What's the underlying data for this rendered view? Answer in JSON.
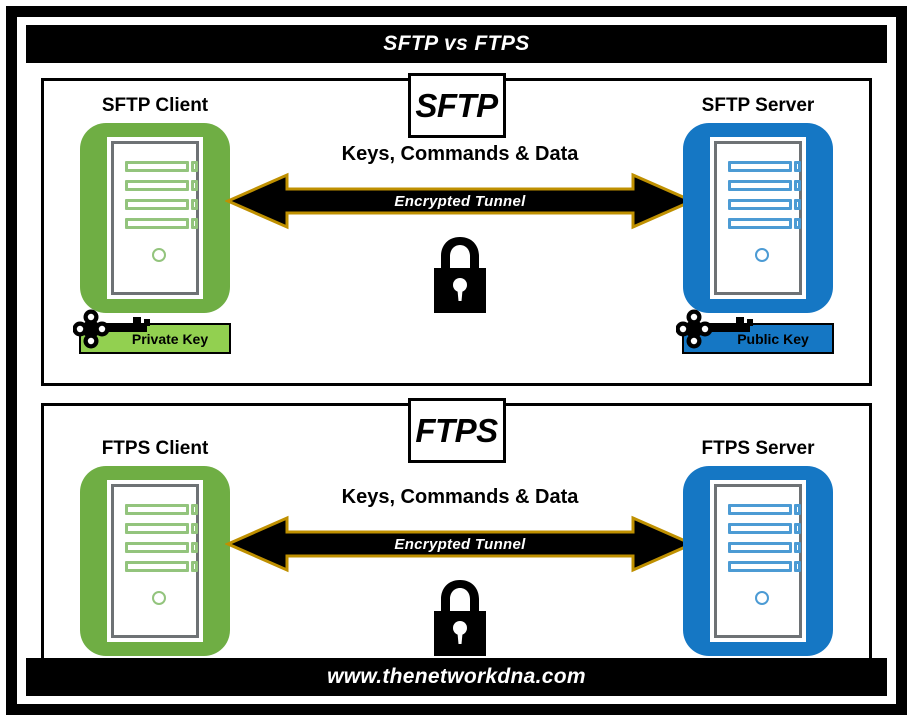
{
  "page": {
    "title": "SFTP vs FTPS",
    "footer": "www.thenetworkdna.com",
    "colors": {
      "frame": "#000000",
      "banner_bg": "#000000",
      "banner_text": "#ffffff",
      "client_green": "#6FAE44",
      "server_blue": "#1577C4",
      "private_key_bg": "#92D050",
      "public_key_bg": "#1577C4",
      "arrow_fill": "#000000",
      "arrow_outline": "#BF9000",
      "bar_green": "#93C47D",
      "bar_blue": "#4C9BD4",
      "tower_border": "#6E7275"
    }
  },
  "sections": [
    {
      "id": "sftp",
      "label": "SFTP",
      "client": {
        "title": "SFTP Client",
        "color": "green",
        "key": {
          "label": "Private Key",
          "style": "green"
        }
      },
      "server": {
        "title": "SFTP Server",
        "color": "blue",
        "key": {
          "label": "Public Key",
          "style": "blue"
        }
      },
      "flow": {
        "caption": "Keys, Commands & Data",
        "arrow_label": "Encrypted Tunnel",
        "arrow_direction": "bidirectional",
        "lock_icon": "padlock-icon"
      }
    },
    {
      "id": "ftps",
      "label": "FTPS",
      "client": {
        "title": "FTPS Client",
        "color": "green",
        "key": null
      },
      "server": {
        "title": "FTPS Server",
        "color": "blue",
        "key": null
      },
      "flow": {
        "caption": "Keys, Commands & Data",
        "arrow_label": "Encrypted Tunnel",
        "arrow_direction": "bidirectional",
        "lock_icon": "padlock-icon"
      }
    }
  ]
}
